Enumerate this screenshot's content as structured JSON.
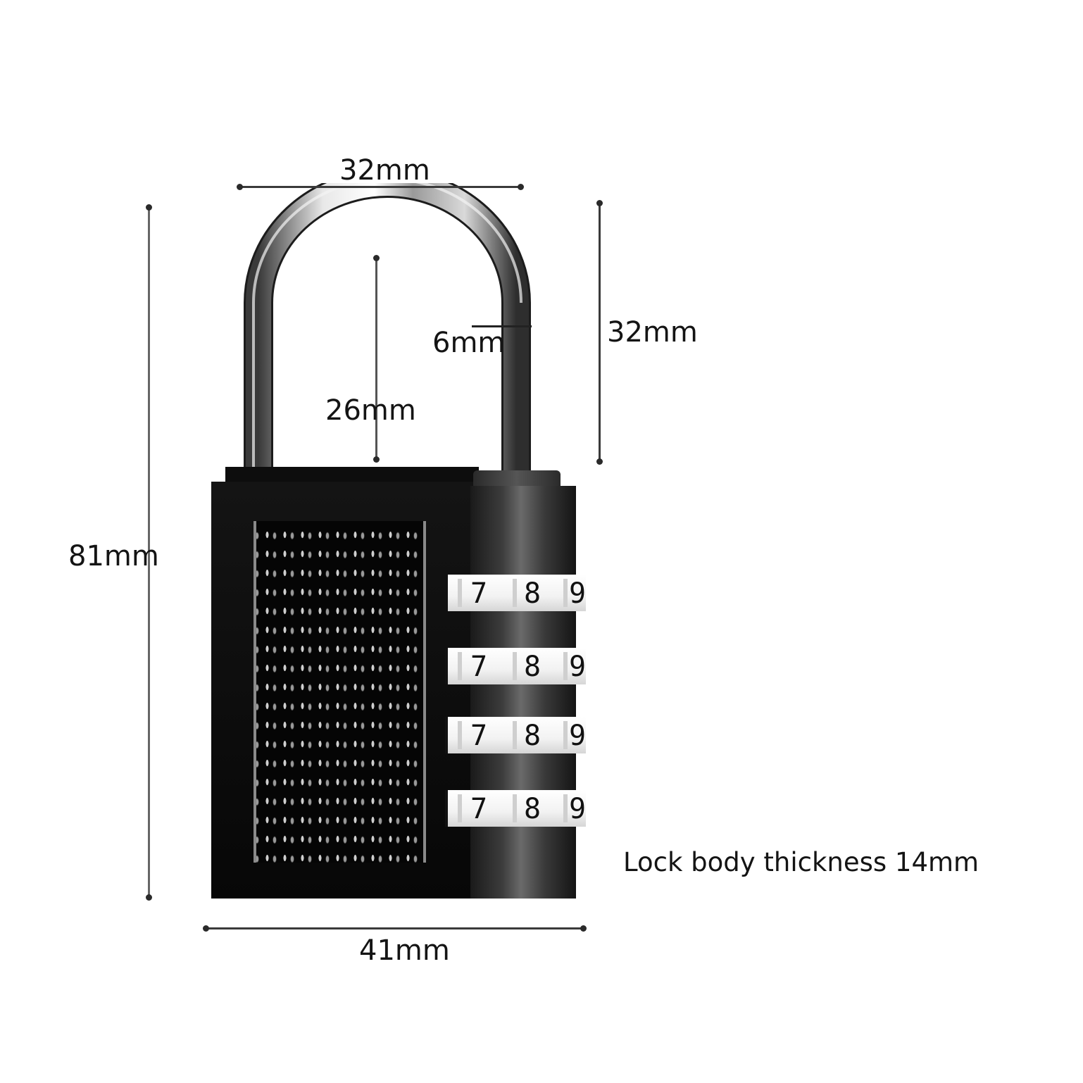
{
  "diagram": {
    "subject": "4-digit combination padlock",
    "dimensions": {
      "shackle_width": "32mm",
      "shackle_height": "32mm",
      "shackle_thickness": "6mm",
      "shackle_inner_clearance": "26mm",
      "total_height": "81mm",
      "body_width": "41mm"
    },
    "note": "Lock body thickness 14mm",
    "dials": [
      {
        "digits": [
          "7",
          "8",
          "9"
        ]
      },
      {
        "digits": [
          "7",
          "8",
          "9"
        ]
      },
      {
        "digits": [
          "7",
          "8",
          "9"
        ]
      },
      {
        "digits": [
          "7",
          "8",
          "9"
        ]
      }
    ]
  },
  "colors": {
    "background": "#ffffff",
    "body": "#0a0a0a",
    "shackle": "#c0c0c0",
    "dimension_line": "#3a3a3a",
    "text": "#141414"
  }
}
